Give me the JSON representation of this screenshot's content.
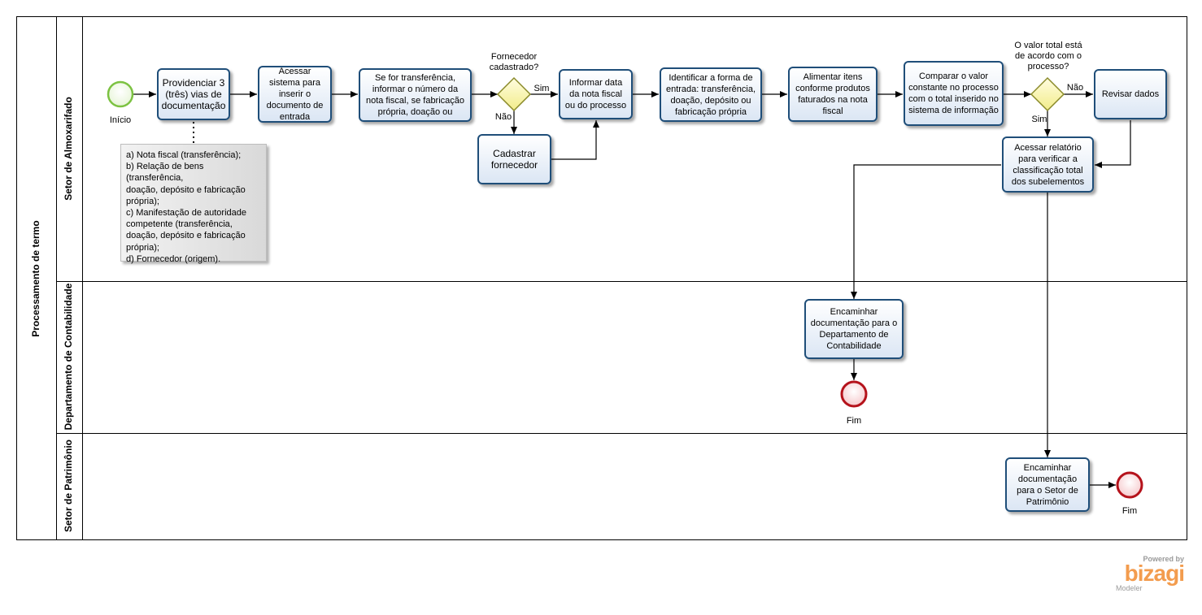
{
  "pool": {
    "title": "Processamento de termo"
  },
  "lanes": [
    {
      "name": "Setor de Almoxarifado"
    },
    {
      "name": "Departamento de Contabilidade"
    },
    {
      "name": "Setor de Patrimônio"
    }
  ],
  "events": {
    "start": "Início",
    "end_contabilidade": "Fim",
    "end_patrimonio": "Fim"
  },
  "tasks": {
    "t1": "Providenciar 3 (três) vias de documentação",
    "t2": "Acessar sistema para inserir o documento de entrada",
    "t3": "Se for transferência, informar o número da nota fiscal, se fabricação própria, doação ou",
    "t4": "Cadastrar fornecedor",
    "t5": "Informar data da nota fiscal ou do processo",
    "t6": "Identificar a forma de entrada: transferência, doação, depósito ou fabricação própria",
    "t7": "Alimentar itens conforme produtos faturados na nota fiscal",
    "t8": "Comparar o valor constante no processo com o total inserido no sistema de informação",
    "t9": "Revisar dados",
    "t10": "Acessar relatório para verificar a classificação total dos subelementos",
    "t11": "Encaminhar documentação para o Departamento de Contabilidade",
    "t12": "Encaminhar documentação para o Setor de Patrimônio"
  },
  "gateways": {
    "g1": {
      "question": "Fornecedor cadastrado?",
      "yes": "Sim",
      "no": "Não"
    },
    "g2": {
      "question": "O valor total está de acordo com o processo?",
      "yes": "Sim",
      "no": "Não"
    }
  },
  "annotation": {
    "lines": [
      "a) Nota fiscal (transferência);",
      "b) Relação de bens (transferência,",
      "doação, depósito e fabricação",
      "própria);",
      "c) Manifestação de autoridade",
      "competente (transferência,",
      "doação, depósito e fabricação",
      "própria);",
      "d) Fornecedor (origem)."
    ]
  },
  "branding": {
    "powered": "Powered by",
    "name": "bizagi",
    "product": "Modeler"
  },
  "colors": {
    "task_border": "#1f4e79",
    "start": "#7cc242",
    "end": "#b5121b",
    "gateway": "#e8e060",
    "brand": "#f39c4e"
  }
}
